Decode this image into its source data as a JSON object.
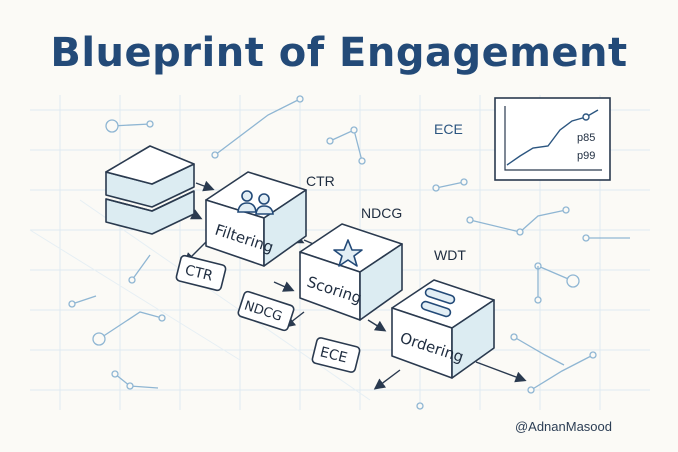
{
  "title": "Blueprint of Engagement",
  "stages": {
    "filtering": "Filtering",
    "scoring": "Scoring",
    "ordering": "Ordering"
  },
  "floating_labels": {
    "ctr": "CTR",
    "ndcg": "NDCG",
    "wdt": "WDT",
    "ece": "ECE"
  },
  "tags": {
    "ctr": "CTR",
    "ndcg": "NDCG",
    "ece": "ECE"
  },
  "chart": {
    "p85": "p85",
    "p99": "p99"
  },
  "credit": "@AdnanMasood",
  "colors": {
    "ink": "#2a3a4f",
    "title": "#234a78",
    "box_face": "#ffffff",
    "box_side": "#dcecf2",
    "grid": "#dfeaf1",
    "accent_line": "#8fb6d3"
  }
}
